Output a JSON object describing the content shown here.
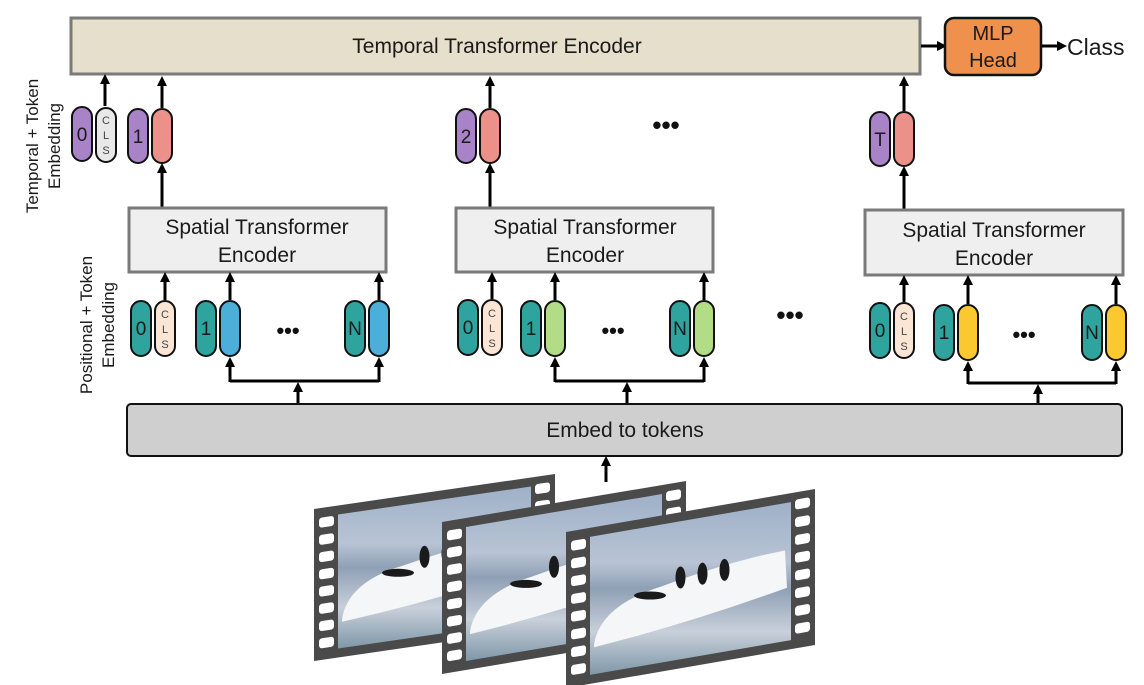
{
  "temporal_encoder": {
    "label": "Temporal Transformer Encoder"
  },
  "mlp_head": {
    "line1": "MLP",
    "line2": "Head"
  },
  "output": {
    "label": "Class"
  },
  "side_labels": {
    "temporal_line1": "Temporal + Token",
    "temporal_line2": "Embedding",
    "positional_line1": "Positional + Token",
    "positional_line2": "Embedding"
  },
  "temporal_tokens": [
    {
      "index": "0",
      "kind": "cls",
      "cls_letters": [
        "C",
        "L",
        "S"
      ]
    },
    {
      "index": "1",
      "kind": "frame"
    },
    {
      "index": "2",
      "kind": "frame"
    },
    {
      "index": "T",
      "kind": "frame"
    }
  ],
  "spatial_encoders": [
    {
      "line1": "Spatial Transformer",
      "line2": "Encoder",
      "patch_color": "#4bafd9",
      "first_index": "1",
      "last_index": "N",
      "cls_index": "0"
    },
    {
      "line1": "Spatial Transformer",
      "line2": "Encoder",
      "patch_color": "#b3dc86",
      "first_index": "1",
      "last_index": "N",
      "cls_index": "0"
    },
    {
      "line1": "Spatial Transformer",
      "line2": "Encoder",
      "patch_color": "#fbc82f",
      "first_index": "1",
      "last_index": "N",
      "cls_index": "0"
    }
  ],
  "ellipsis": "•••",
  "embed": {
    "label": "Embed to tokens"
  },
  "video_frames": {
    "count": 3,
    "description": "penguins on ice floe"
  },
  "colors": {
    "temporal_box": "#e6dfcc",
    "spatial_box": "#efefef",
    "embed_box": "#d0cfd0",
    "mlp_head": "#ef904d",
    "temporal_pos": "#a883c8",
    "temporal_feature": "#ec9189",
    "cls_temporal": "#e8e8e8",
    "cls_spatial": "#fbe6d5",
    "spatial_pos": "#2fa39d",
    "film": "#4a4a4a"
  }
}
